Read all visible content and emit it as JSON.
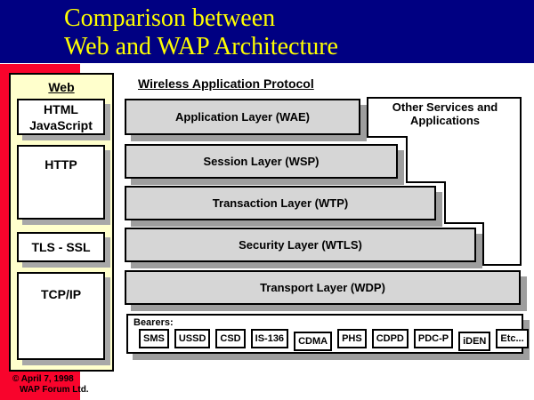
{
  "title": {
    "line1": "Comparison between",
    "line2": "Web and WAP Architecture"
  },
  "web_stack": {
    "heading": "Web",
    "boxes": [
      {
        "label": "HTML\nJavaScript"
      },
      {
        "label": "HTTP"
      },
      {
        "label": "TLS - SSL"
      },
      {
        "label": "TCP/IP"
      }
    ]
  },
  "wap_stack": {
    "heading": "Wireless Application Protocol",
    "layers": [
      "Application Layer (WAE)",
      "Session Layer (WSP)",
      "Transaction Layer (WTP)",
      "Security Layer (WTLS)",
      "Transport Layer (WDP)"
    ]
  },
  "other_services": {
    "label": "Other Services and\nApplications"
  },
  "bearers": {
    "label": "Bearers:",
    "items": [
      "SMS",
      "USSD",
      "CSD",
      "IS-136",
      "CDMA",
      "PHS",
      "CDPD",
      "PDC-P",
      "iDEN",
      "Etc..."
    ]
  },
  "footer": {
    "line1": "© April 7, 1998",
    "line2": "WAP Forum Ltd."
  },
  "colors": {
    "title_background": "#000082",
    "title_text": "#ffff00",
    "accent_red": "#f8042c",
    "panel_yellow": "#ffffcc",
    "layer_gray": "#d6d6d6",
    "shadow_gray": "#9e9e9e"
  }
}
